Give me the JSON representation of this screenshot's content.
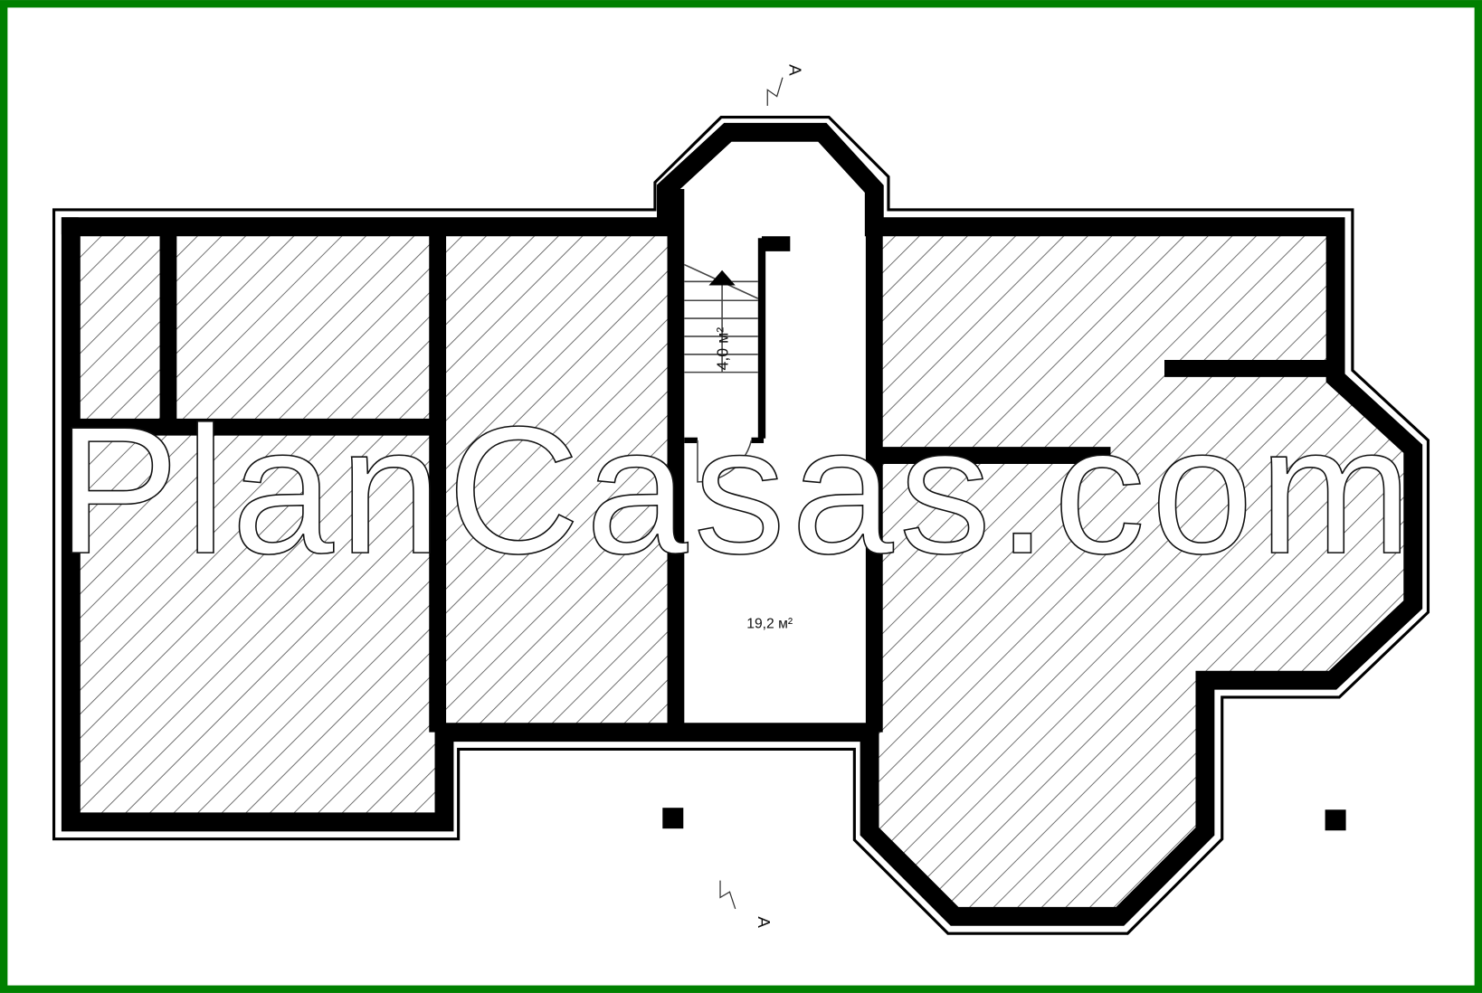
{
  "frame_color": "#008000",
  "wall_color": "#000000",
  "hatch_color": "#555555",
  "labels": {
    "stair_area": "4,0 м²",
    "hall_area": "19,2 м²",
    "section_top": "A",
    "section_bottom": "A"
  },
  "watermark": "PlanCasas.com"
}
